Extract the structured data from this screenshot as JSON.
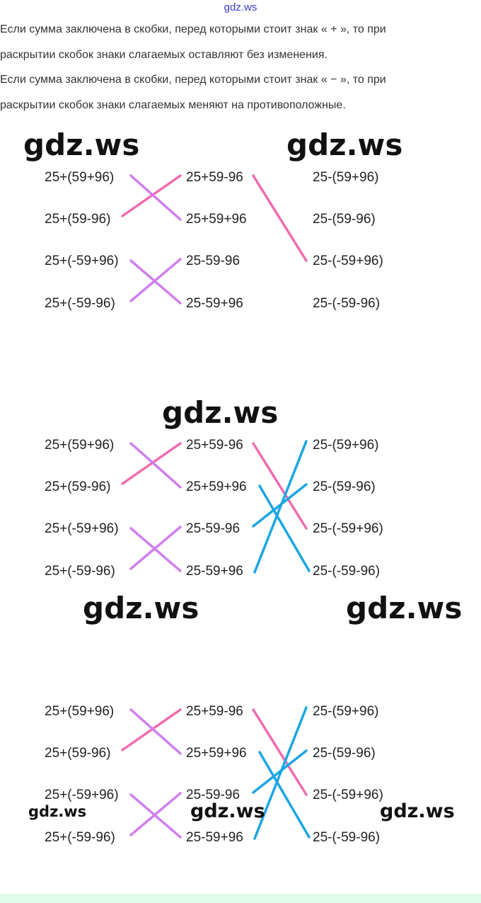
{
  "watermark_small": "gdz.ws",
  "rules": [
    "Если сумма заключена в скобки, перед которыми стоит знак « + », то при",
    "раскрытии скобок знаки слагаемых оставляют без изменения.",
    "Если сумма заключена в скобки, перед которыми стоит знак « − », то при",
    "раскрытии скобок знаки слагаемых меняют на противоположные."
  ],
  "watermark": "gdz.ws",
  "columns": {
    "left": [
      "25+(59+96)",
      "25+(59-96)",
      "25+(-59+96)",
      "25+(-59-96)"
    ],
    "middle": [
      "25+59-96",
      "25+59+96",
      "25-59-96",
      "25-59+96"
    ],
    "right": [
      "25-(59+96)",
      "25-(59-96)",
      "25-(-59+96)",
      "25-(-59-96)"
    ]
  },
  "colors": {
    "pink": "#f06ab0",
    "violet": "#d07ef0",
    "blue": "#1aa6e2"
  }
}
